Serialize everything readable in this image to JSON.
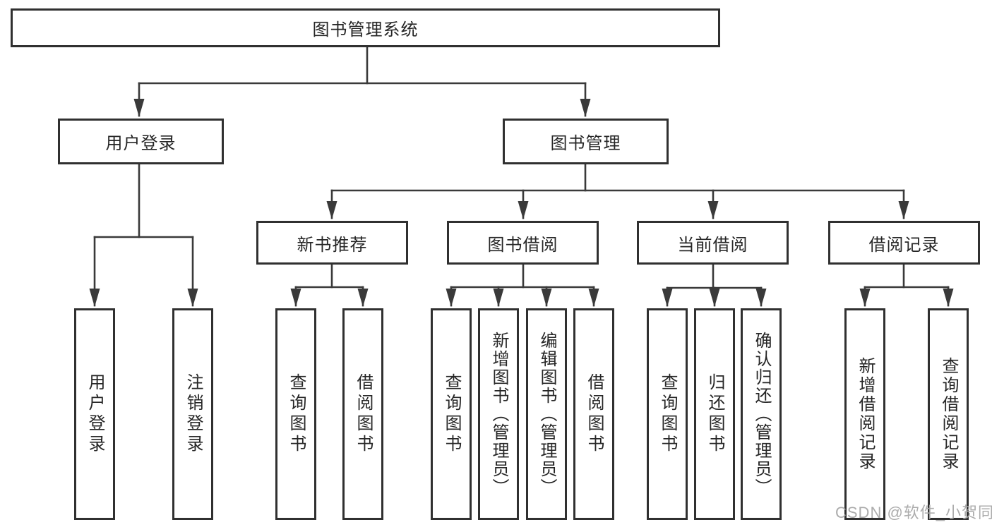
{
  "diagram": {
    "title_note": "library management system function structure diagram",
    "root": {
      "label": "图书管理系统"
    },
    "level2": [
      {
        "label": "用户登录"
      },
      {
        "label": "图书管理"
      }
    ],
    "level3": [
      {
        "label": "新书推荐",
        "parent": "图书管理"
      },
      {
        "label": "图书借阅",
        "parent": "图书管理"
      },
      {
        "label": "当前借阅",
        "parent": "图书管理"
      },
      {
        "label": "借阅记录",
        "parent": "图书管理"
      }
    ],
    "leaves": [
      {
        "label": "用户登录",
        "parent": "用户登录"
      },
      {
        "label": "注销登录",
        "parent": "用户登录"
      },
      {
        "label": "查询图书",
        "parent": "新书推荐"
      },
      {
        "label": "借阅图书",
        "parent": "新书推荐"
      },
      {
        "label": "查询图书",
        "parent": "图书借阅"
      },
      {
        "label": "新增图书（管理员）",
        "parent": "图书借阅"
      },
      {
        "label": "编辑图书（管理员）",
        "parent": "图书借阅"
      },
      {
        "label": "借阅图书",
        "parent": "图书借阅"
      },
      {
        "label": "查询图书",
        "parent": "当前借阅"
      },
      {
        "label": "归还图书",
        "parent": "当前借阅"
      },
      {
        "label": "确认归还（管理员）",
        "parent": "当前借阅"
      },
      {
        "label": "新增借阅记录",
        "parent": "借阅记录"
      },
      {
        "label": "查询借阅记录",
        "parent": "借阅记录"
      }
    ],
    "watermark": "CSDN @软件_小贺同学",
    "colors": {
      "line": "#3a3a3a",
      "box_border": "#303030",
      "text": "#262626",
      "watermark": "#a8a8a8",
      "background": "#ffffff"
    }
  }
}
